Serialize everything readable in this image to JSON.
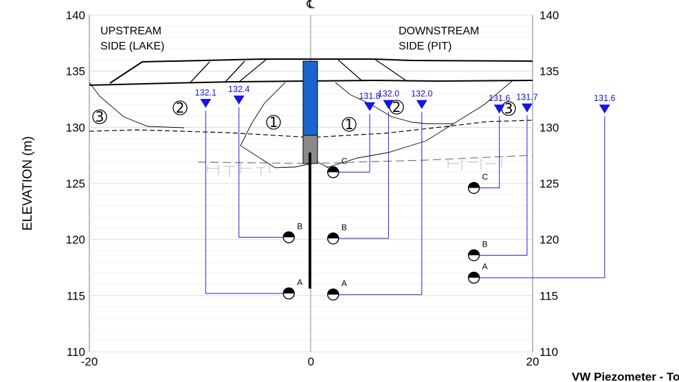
{
  "chart_data": {
    "type": "cross-section",
    "ylabel": "ELEVATION (m)",
    "xlabel": "",
    "caption": "VW Piezometer - Total Head",
    "xlim": [
      -20,
      20
    ],
    "ylim": [
      110,
      140
    ],
    "x_ticks": [
      "-20",
      "0",
      "20"
    ],
    "y_ticks": [
      "140",
      "135",
      "130",
      "125",
      "120",
      "115",
      "110"
    ],
    "centerline_label": "℄",
    "side_labels": {
      "upstream": [
        "UPSTREAM",
        "SIDE (LAKE)"
      ],
      "downstream": [
        "DOWNSTREAM",
        "SIDE (PIT)"
      ]
    },
    "zones": [
      "1",
      "1",
      "2",
      "2",
      "3",
      "3"
    ],
    "piezometers": [
      {
        "label": "A",
        "x": -2.0,
        "elev": 115.2,
        "head": 132.1,
        "head_label": "132.1",
        "head_x": -9.5
      },
      {
        "label": "B",
        "x": -2.0,
        "elev": 120.2,
        "head": 132.4,
        "head_label": "132.4",
        "head_x": -6.5
      },
      {
        "label": "C",
        "x": 2.0,
        "elev": 126.0,
        "head": 131.8,
        "head_label": "131.8",
        "head_x": 5.3
      },
      {
        "label": "B",
        "x": 2.0,
        "elev": 120.1,
        "head": 132.0,
        "head_label": "132.0",
        "head_x": 7.0
      },
      {
        "label": "A",
        "x": 2.0,
        "elev": 115.1,
        "head": 132.0,
        "head_label": "132.0",
        "head_x": 10.0
      },
      {
        "label": "C",
        "x": 14.7,
        "elev": 124.6,
        "head": 131.6,
        "head_label": "131.6",
        "head_x": 17.0
      },
      {
        "label": "B",
        "x": 14.7,
        "elev": 118.6,
        "head": 131.7,
        "head_label": "131.7",
        "head_x": 19.5
      },
      {
        "label": "A",
        "x": 14.7,
        "elev": 116.6,
        "head": 131.6,
        "head_label": "131.6",
        "head_x": 26.5
      }
    ]
  }
}
